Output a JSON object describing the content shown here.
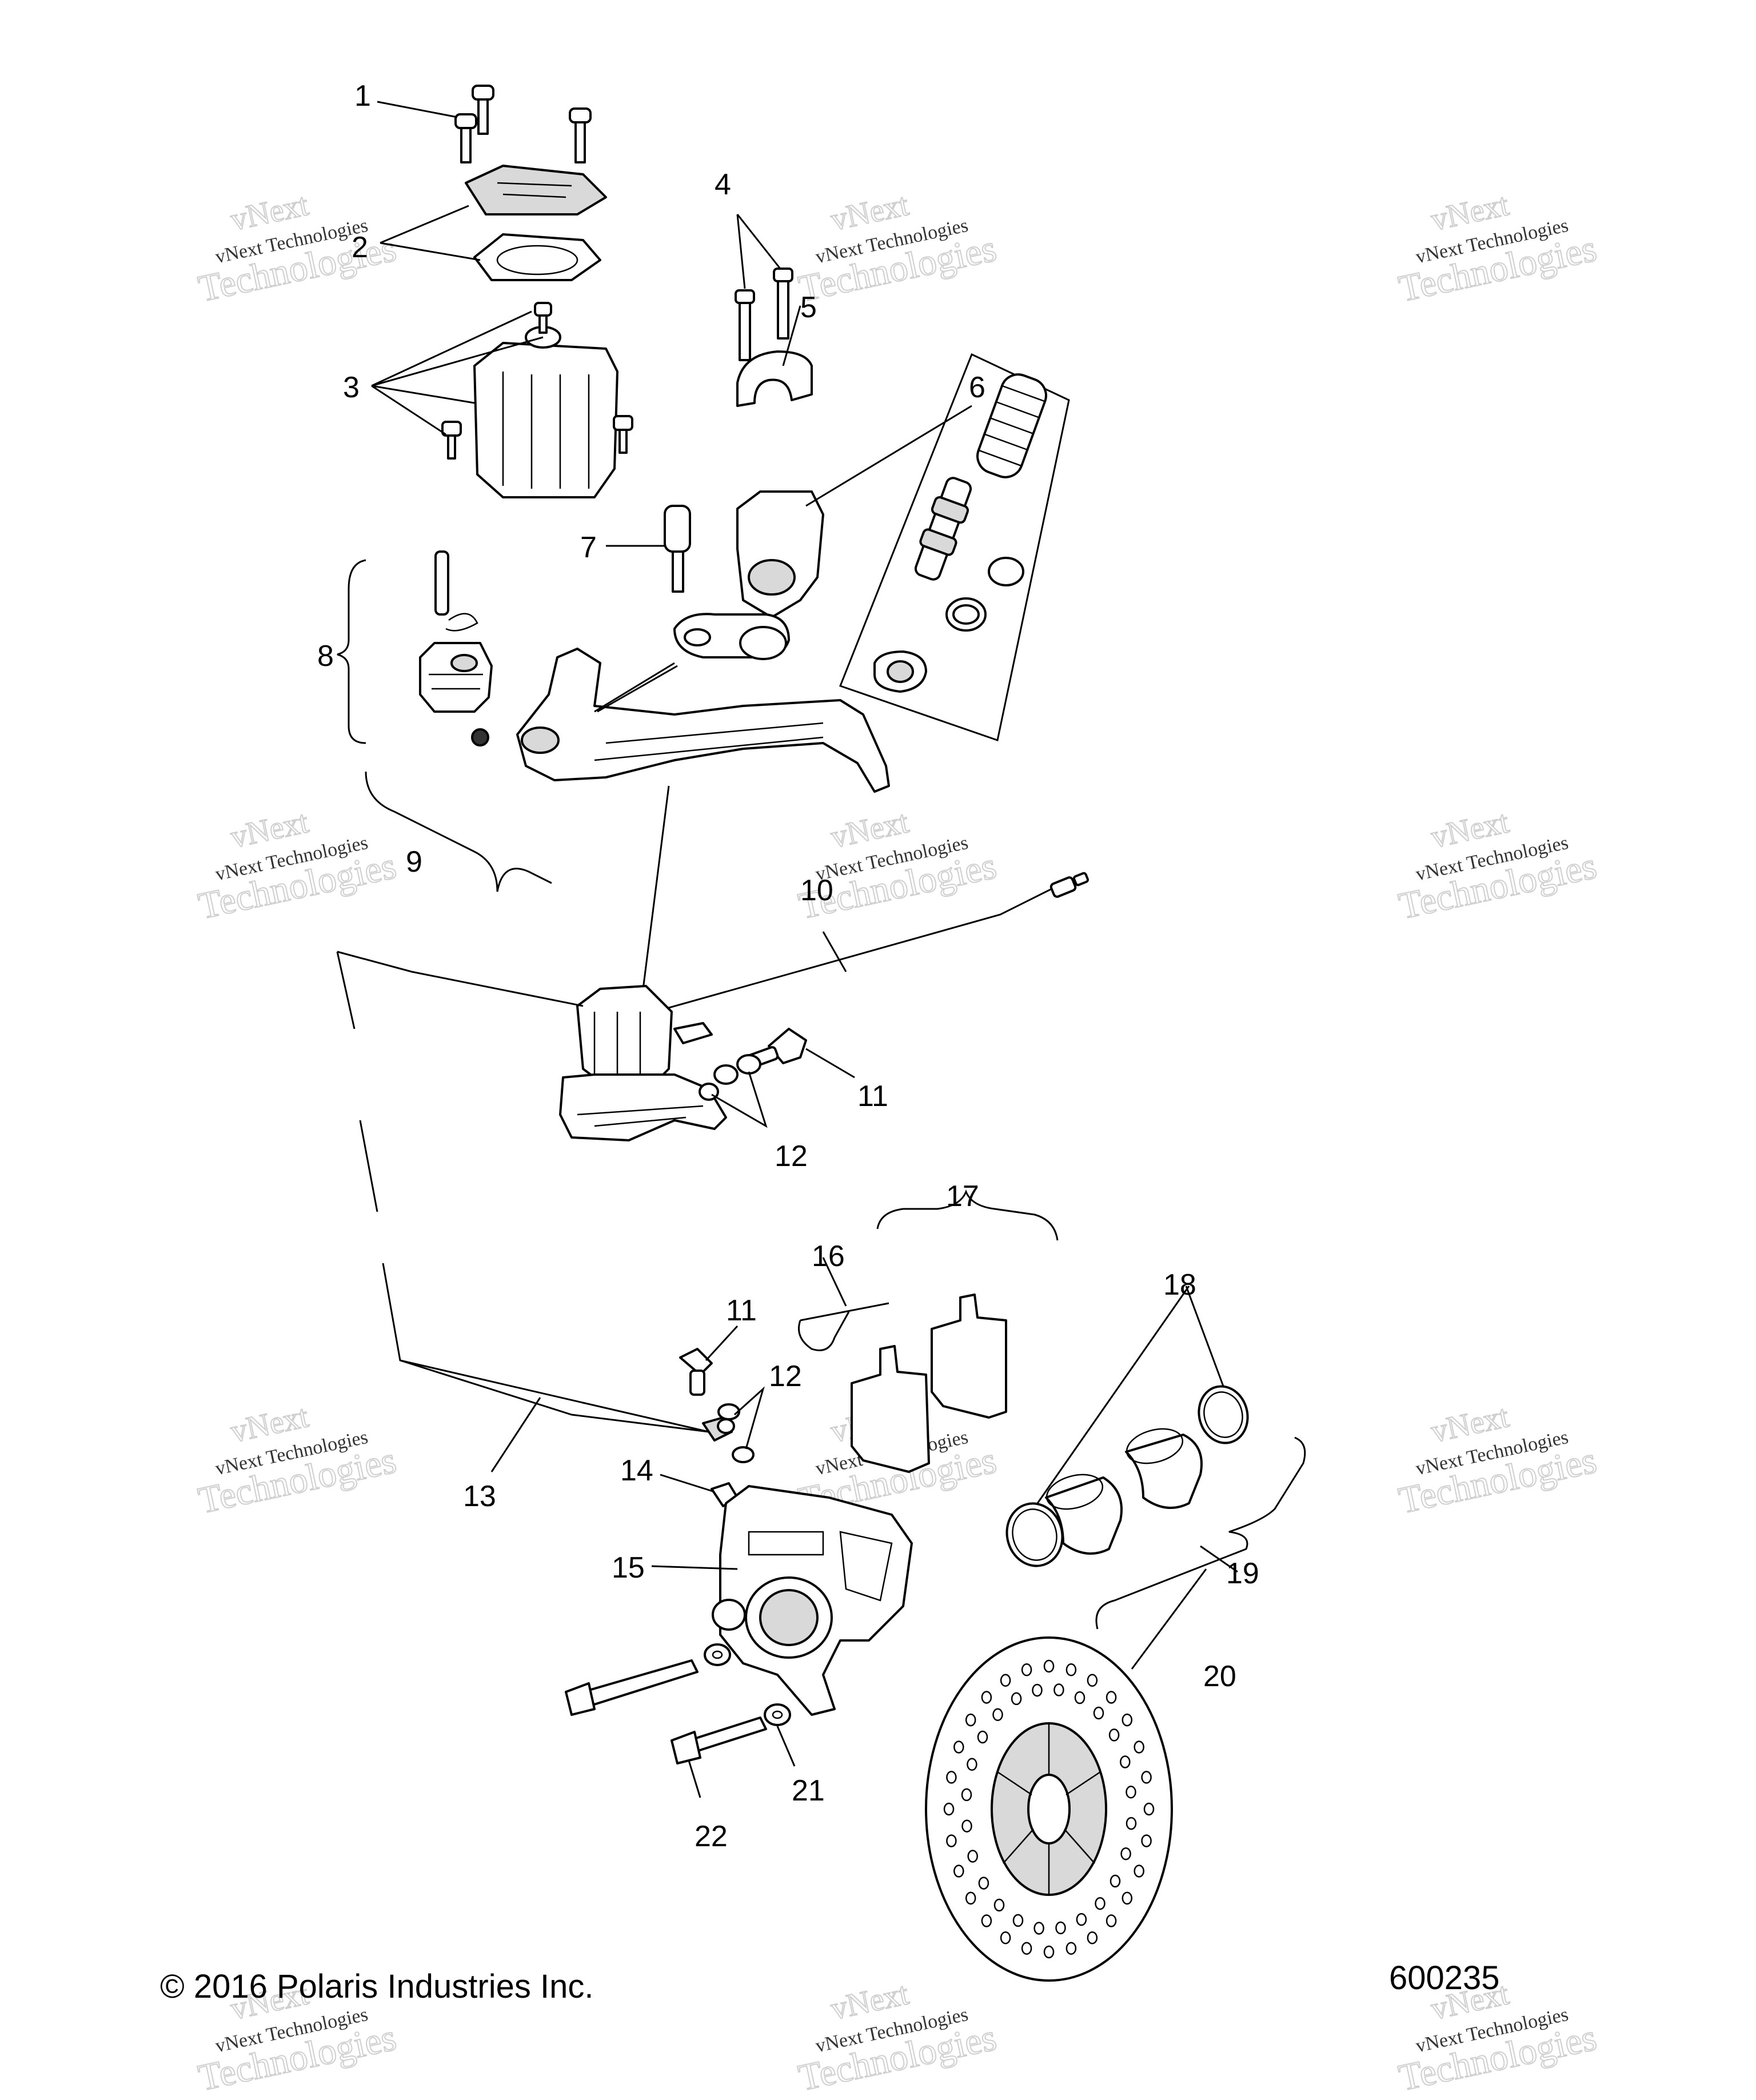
{
  "diagram": {
    "labels": [
      "1",
      "2",
      "3",
      "4",
      "5",
      "6",
      "7",
      "8",
      "9",
      "10",
      "11",
      "12",
      "13",
      "14",
      "15",
      "16",
      "17",
      "18",
      "19",
      "20",
      "21",
      "22",
      "11",
      "12"
    ],
    "watermark": {
      "line1": "vNext",
      "line2": "vNext Technologies",
      "line3": "Technologies"
    },
    "copyright": "© 2016 Polaris Industries Inc.",
    "drawing_number": "600235"
  }
}
